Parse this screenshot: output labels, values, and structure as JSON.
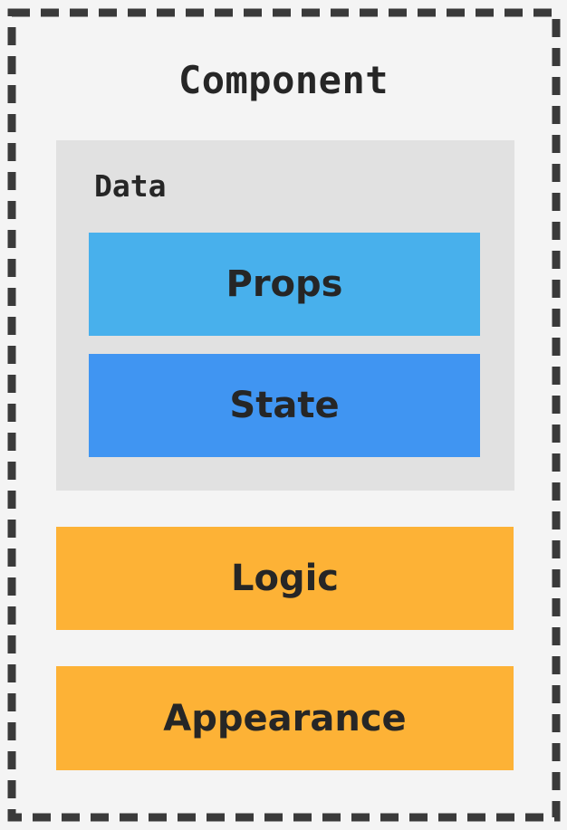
{
  "component": {
    "title": "Component"
  },
  "data_group": {
    "label": "Data",
    "items": [
      {
        "label": "Props",
        "color": "#48b0ec"
      },
      {
        "label": "State",
        "color": "#4095f2"
      }
    ]
  },
  "blocks": [
    {
      "label": "Logic",
      "color": "#fdb236"
    },
    {
      "label": "Appearance",
      "color": "#fdb236"
    }
  ],
  "colors": {
    "background": "#f4f4f4",
    "frame_dash": "#3a3a3a",
    "data_box": "#e1e1e1",
    "text": "#262626"
  }
}
